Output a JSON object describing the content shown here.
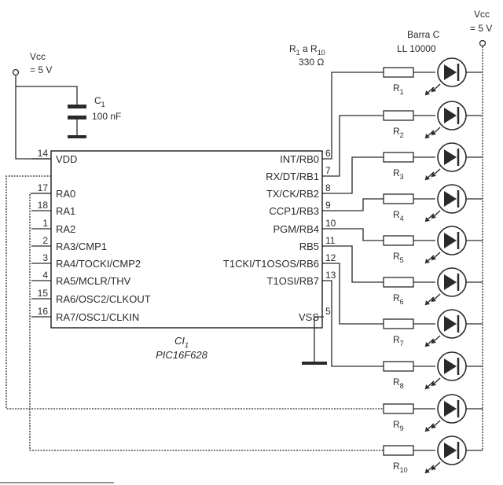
{
  "vcc_left": {
    "label": "Vcc",
    "value": "= 5 V"
  },
  "vcc_right": {
    "label": "Vcc",
    "value": "= 5 V"
  },
  "capacitor": {
    "ref": "C",
    "ref_sub": "1",
    "value": "100 nF"
  },
  "resistors_note": {
    "r1": "R",
    "r1_sub": "1",
    "a": " a ",
    "r10": "R",
    "r10_sub": "10",
    "value": "330 Ω"
  },
  "bar": {
    "name": "Barra C",
    "part": "LL 10000"
  },
  "chip": {
    "ref": "CI",
    "ref_sub": "1",
    "part": "PIC16F628",
    "left_pins": [
      {
        "num": "14",
        "name": "VDD"
      },
      {
        "num": "17",
        "name": "RA0"
      },
      {
        "num": "18",
        "name": "RA1"
      },
      {
        "num": "1",
        "name": "RA2"
      },
      {
        "num": "2",
        "name": "RA3/CMP1"
      },
      {
        "num": "3",
        "name": "RA4/TOCKI/CMP2"
      },
      {
        "num": "4",
        "name": "RA5/MCLR/THV"
      },
      {
        "num": "15",
        "name": "RA6/OSC2/CLKOUT"
      },
      {
        "num": "16",
        "name": "RA7/OSC1/CLKIN"
      }
    ],
    "right_pins": [
      {
        "num": "6",
        "name": "INT/RB0"
      },
      {
        "num": "7",
        "name": "RX/DT/RB1"
      },
      {
        "num": "8",
        "name": "TX/CK/RB2"
      },
      {
        "num": "9",
        "name": "CCP1/RB3"
      },
      {
        "num": "10",
        "name": "PGM/RB4"
      },
      {
        "num": "11",
        "name": "RB5"
      },
      {
        "num": "12",
        "name": "T1CKI/T1OSOS/RB6"
      },
      {
        "num": "13",
        "name": "T1OSI/RB7"
      },
      {
        "num": "5",
        "name": "VSS"
      }
    ]
  },
  "resistor_labels": [
    {
      "ref": "R",
      "sub": "1"
    },
    {
      "ref": "R",
      "sub": "2"
    },
    {
      "ref": "R",
      "sub": "3"
    },
    {
      "ref": "R",
      "sub": "4"
    },
    {
      "ref": "R",
      "sub": "5"
    },
    {
      "ref": "R",
      "sub": "6"
    },
    {
      "ref": "R",
      "sub": "7"
    },
    {
      "ref": "R",
      "sub": "8"
    },
    {
      "ref": "R",
      "sub": "9"
    },
    {
      "ref": "R",
      "sub": "10"
    }
  ]
}
